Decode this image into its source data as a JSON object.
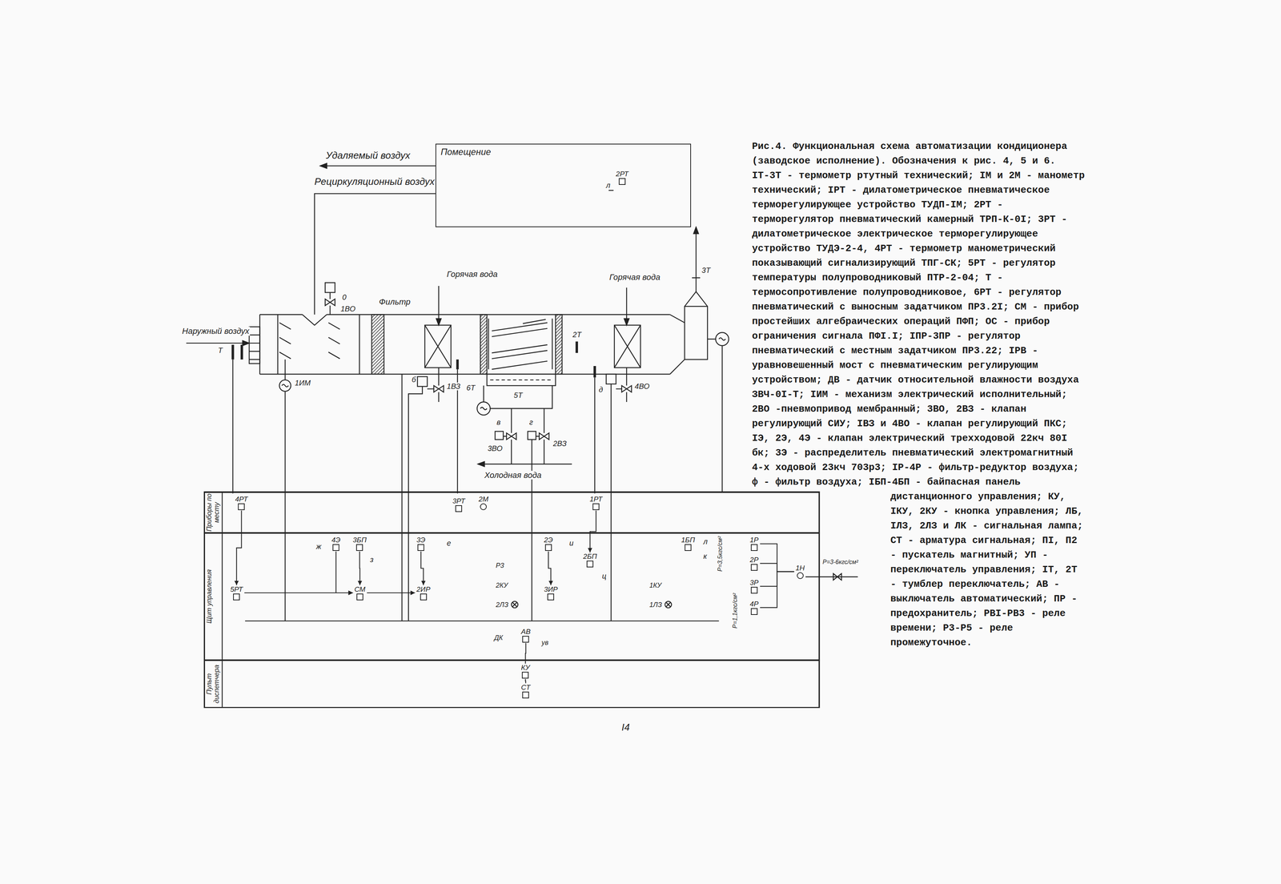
{
  "diagram": {
    "caption": "Рис.4. Функциональная схема автоматизации кондиционера (заводское исполнение). Обозначения к рис. 4, 5 и 6. IТ-3Т - термометр ртутный технический; IМ и 2М - манометр технический; IРТ - дилатометрическое пневматическое терморегулирующее устройство ТУДП-IМ; 2РТ - терморегулятор пневматический камерный ТРП-К-0I; 3РТ - дилатометрическое электрическое терморегулирующее устройство ТУДЭ-2-4, 4РТ - термометр манометрический показывающий сигнализирующий ТПГ-СК; 5РТ - регулятор температуры полупроводниковый ПТР-2-04; Т - термосопротивление полупроводниковое, 6РТ - регулятор пневматический с выносным задатчиком ПР3.2I; СМ - прибор простейших алгебраических операций ПФП; ОС - прибор ограничения сигнала ПФI.I; IПР-3ПР - регулятор пневматический с местным задатчиком ПР3.22; IРВ - уравновешенный мост с пневматическим регулирующим устройством; ДВ - датчик относительной влажности воздуха ЗВЧ-0I-Т; IИМ - механизм электрический исполнительный; 2ВО -пневмопривод мембранный; 3ВО, 2ВЗ - клапан регулирующий СИУ; IВЗ и 4ВО - клапан регулирующий ПКС; IЭ, 2Э, 4Э - клапан электрический трехходовой 22кч 80I бк; 3Э - распределитель пневматический электромагнитный 4-х ходовой 23кч 703р3; IР-4Р - фильтр-редуктор воздуха; ф - фильтр воздуха; IБП-4БП - байпасная панель дистанционного управления; КУ, IКУ, 2КУ - кнопка управления; ЛБ, IЛЗ, 2ЛЗ и ЛК - сигнальная лампа; СТ - арматура сигнальная; ПI, П2 - пускатель магнитный; УП - переключатель управления; IТ, 2Т - тумблер переключатель; АВ - выключатель автоматический; ПР - предохранитель; РВI-РВ3 - реле времени; Р3-Р5 - реле промежуточное.",
    "nodes": [
      {
        "text": [
          "Помещение"
        ]
      },
      {
        "text": [
          "2РТ"
        ],
        "in": 0
      },
      {
        "text": [
          "Приборы по месту"
        ]
      },
      {
        "text": [
          "Щит управления"
        ]
      },
      {
        "text": [
          "Пульт диспетчера"
        ]
      },
      {
        "text": [
          "4РТ"
        ],
        "in": 2
      },
      {
        "text": [
          "3РТ"
        ],
        "in": 2
      },
      {
        "text": [
          "2М"
        ],
        "in": 2
      },
      {
        "text": [
          "1РТ"
        ],
        "in": 2
      },
      {
        "text": [
          "5РТ"
        ],
        "in": 3
      },
      {
        "text": [
          "4Э"
        ],
        "in": 3
      },
      {
        "text": [
          "3БП"
        ],
        "in": 3
      },
      {
        "text": [
          "3Э"
        ],
        "in": 3
      },
      {
        "text": [
          "2Э"
        ],
        "in": 3
      },
      {
        "text": [
          "2БП"
        ],
        "in": 3
      },
      {
        "text": [
          "1БП"
        ],
        "in": 3
      },
      {
        "text": [
          "СМ"
        ],
        "in": 3
      },
      {
        "text": [
          "2ИР"
        ],
        "in": 3
      },
      {
        "text": [
          "3ИР"
        ],
        "in": 3
      },
      {
        "text": [
          "1Р"
        ],
        "in": 3
      },
      {
        "text": [
          "2Р"
        ],
        "in": 3
      },
      {
        "text": [
          "3Р"
        ],
        "in": 3
      },
      {
        "text": [
          "4Р"
        ],
        "in": 3
      },
      {
        "text": [
          "1Н"
        ],
        "in": 3
      },
      {
        "text": [
          "АВ"
        ],
        "in": 3
      },
      {
        "text": [
          "КУ"
        ],
        "in": 4
      },
      {
        "text": [
          "СТ"
        ],
        "in": 4
      }
    ],
    "edges": [
      {
        "from": 5,
        "to": 9,
        "arrow": "to"
      },
      {
        "from": 8,
        "to": 14,
        "arrow": "to"
      },
      {
        "from": 11,
        "to": 16,
        "arrow": "to"
      },
      {
        "from": 9,
        "to": 16,
        "arrow": "to"
      },
      {
        "from": 10,
        "to": 16,
        "arrow": "to"
      },
      {
        "from": 16,
        "to": 17,
        "arrow": "to"
      },
      {
        "from": 12,
        "to": 17,
        "arrow": "to"
      },
      {
        "from": 13,
        "to": 18,
        "arrow": "to"
      },
      {
        "from": 24,
        "to": 25,
        "arrow": "none"
      },
      {
        "from": 25,
        "to": 26,
        "arrow": "none"
      },
      {
        "from": 19,
        "to": 23,
        "arrow": "none"
      },
      {
        "from": 20,
        "to": 23,
        "arrow": "none"
      },
      {
        "from": 21,
        "to": 23,
        "arrow": "none"
      },
      {
        "from": 22,
        "to": 23,
        "arrow": "none"
      }
    ],
    "labels": [
      "Удаляемый воздух",
      "Рециркуляционный воздух",
      "л",
      "Горячая вода",
      "Горячая вода",
      "Фильтр",
      "Наружный воздух",
      "Т",
      "3Т",
      "0",
      "1ВО",
      "1ИМ",
      "2Т",
      "1ВЗ",
      "б",
      "4ВО",
      "д",
      "6Т",
      "5Т",
      "3ВО",
      "2ВЗ",
      "в",
      "г",
      "Холодная вода",
      "ж",
      "з",
      "е",
      "и",
      "ц",
      "л",
      "к",
      "Р=3,5кгс/см²",
      "Р=1,1кгс/см²",
      "Р=3-6кгс/см²",
      "Р3",
      "2КУ",
      "2ЛЗ",
      "1КУ",
      "1ЛЗ",
      "ДК",
      "ув",
      "I4"
    ]
  }
}
